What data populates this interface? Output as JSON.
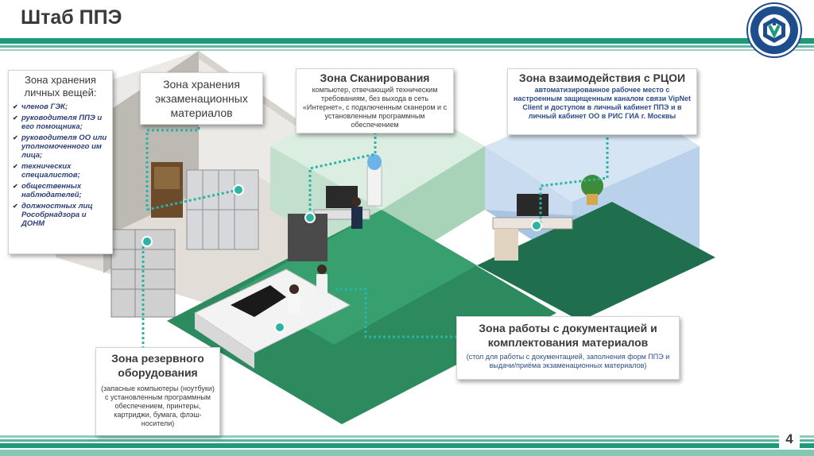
{
  "title": "Штаб ППЭ",
  "page_number": "4",
  "colors": {
    "accent": "#1e9a78",
    "floor_green": "#2c8a5e",
    "room_blue": "#c9dcef",
    "text_blue": "#2d4d8c"
  },
  "zones": {
    "storage_personal": {
      "title": "Зона хранения личных вещей:",
      "items": [
        "членов ГЭК;",
        "руководителя ППЭ и его помощника;",
        "руководителя ОО или уполномоченного им лица;",
        "технических специалистов;",
        "общественных наблюдателей;",
        "должностных лиц Рособрнадзора и ДОНМ"
      ]
    },
    "storage_exam": {
      "title": "Зона хранения экзаменационных материалов"
    },
    "scan": {
      "title": "Зона Сканирования",
      "desc": "компьютер, отвечающий техническим требованиям, без выхода в сеть «Интернет», с подключенным сканером и с установленным программным обеспечением"
    },
    "rcoi": {
      "title": "Зона взаимодействия с РЦОИ",
      "desc": "автоматизированное рабочее место с настроенным защищенным каналом связи VipNet Client и доступом в личный кабинет ППЭ и в личный кабинет ОО в РИС ГИА г. Москвы"
    },
    "docs": {
      "title": "Зона работы с документацией и комплектования материалов",
      "desc": "(стол для работы с документацией, заполнения форм ППЭ и выдачи/приёма экзаменационных материалов)"
    },
    "reserve": {
      "title": "Зона резервного оборудования",
      "desc": "(запасные компьютеры (ноутбуки) с установленным программным обеспечением, принтеры, картриджи, бумага, флэш-носители)"
    }
  }
}
